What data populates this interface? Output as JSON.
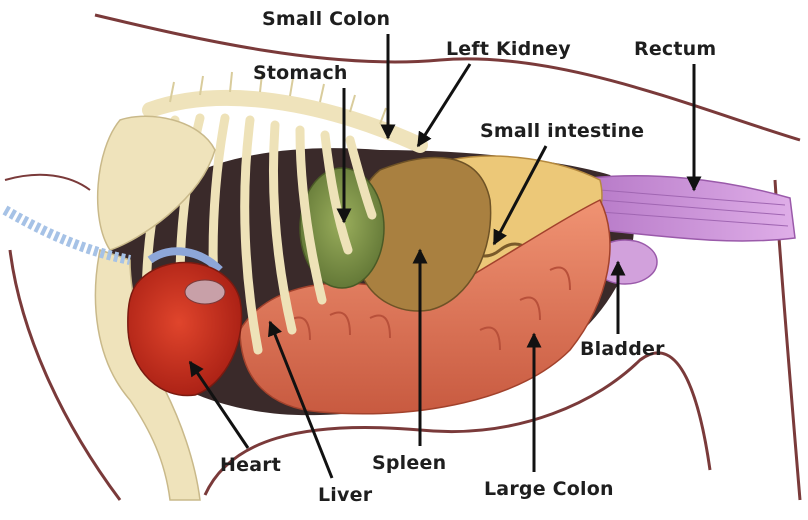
{
  "labels": {
    "small_colon": "Small Colon",
    "left_kidney": "Left Kidney",
    "stomach": "Stomach",
    "rectum": "Rectum",
    "small_intestine": "Small intestine",
    "bladder": "Bladder",
    "heart": "Heart",
    "spleen": "Spleen",
    "liver": "Liver",
    "large_colon": "Large Colon"
  },
  "colors": {
    "outline": "#7a3a3a",
    "bone": "#f1e6bf",
    "heart": "#c9301e",
    "stomach": "#7e9448",
    "spleen": "#a07c3c",
    "large_colon": "#e07a5a",
    "small_intestine": "#e9c879",
    "rectum": "#c98ad6",
    "bladder": "#cf9ad9",
    "arrow": "#111111"
  }
}
